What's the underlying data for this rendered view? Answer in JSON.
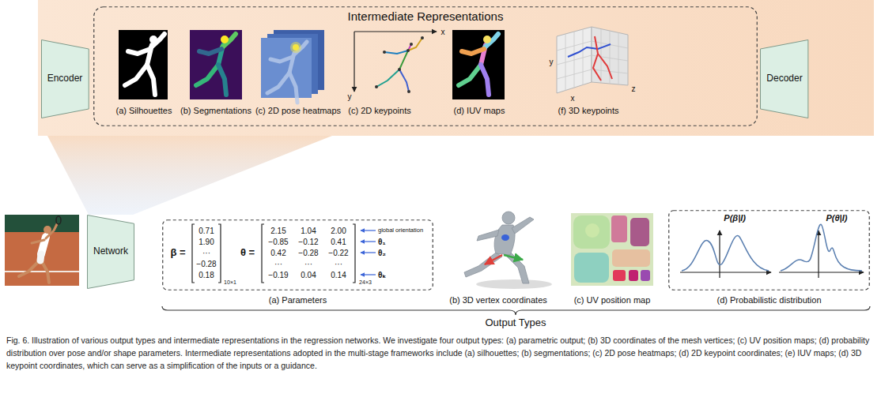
{
  "diagram": {
    "caption": "Fig. 6. Illustration of various output types and intermediate representations in the regression networks. We investigate four output types: (a) parametric output; (b) 3D coordinates of the mesh vertices; (c) UV position maps; (d) probability distribution over pose and/or shape parameters. Intermediate representations adopted in the multi-stage frameworks include (a) silhouettes; (b) segmentations; (c) 2D pose heatmaps; (d) 2D keypoint coordinates; (e) IUV maps; (d) 3D keypoint coordinates, which can serve as a simplification of the inputs or a guidance.",
    "nodes": [
      {
        "text": [
          "Encoder"
        ]
      },
      {
        "text": [
          "Intermediate Representations"
        ]
      },
      {
        "text": [
          "(a) Silhouettes"
        ],
        "in": 1
      },
      {
        "text": [
          "(b) Segmentations"
        ],
        "in": 1
      },
      {
        "text": [
          "(c) 2D pose heatmaps"
        ],
        "in": 1
      },
      {
        "text": [
          "(c) 2D keypoints"
        ],
        "in": 1
      },
      {
        "text": [
          "(d) IUV maps"
        ],
        "in": 1
      },
      {
        "text": [
          "(f) 3D keypoints"
        ],
        "in": 1
      },
      {
        "text": [
          "Decoder"
        ]
      },
      {
        "text": [
          "Network"
        ]
      },
      {
        "text": [
          "(a) Parameters"
        ]
      },
      {
        "text": [
          "(b) 3D vertex coordinates"
        ]
      },
      {
        "text": [
          "(c) UV position map"
        ]
      },
      {
        "text": [
          "(d) Probabilistic distribution",
          "P(β|I)",
          "P(θ|I)"
        ]
      }
    ],
    "labels": [
      "x",
      "y",
      "y",
      "x",
      "z",
      "β =",
      "0.71",
      "1.90",
      "···",
      "−0.28",
      "0.18",
      "10×1",
      "θ =",
      "2.15",
      "1.04",
      "2.00",
      "−0.85",
      "−0.12",
      "0.41",
      "0.42",
      "−0.28",
      "−0.22",
      "···",
      "···",
      "···",
      "−0.19",
      "0.04",
      "0.14",
      "24×3",
      "global orientation",
      "θ₁",
      "θ₂",
      "θₖ",
      "Output Types"
    ]
  }
}
